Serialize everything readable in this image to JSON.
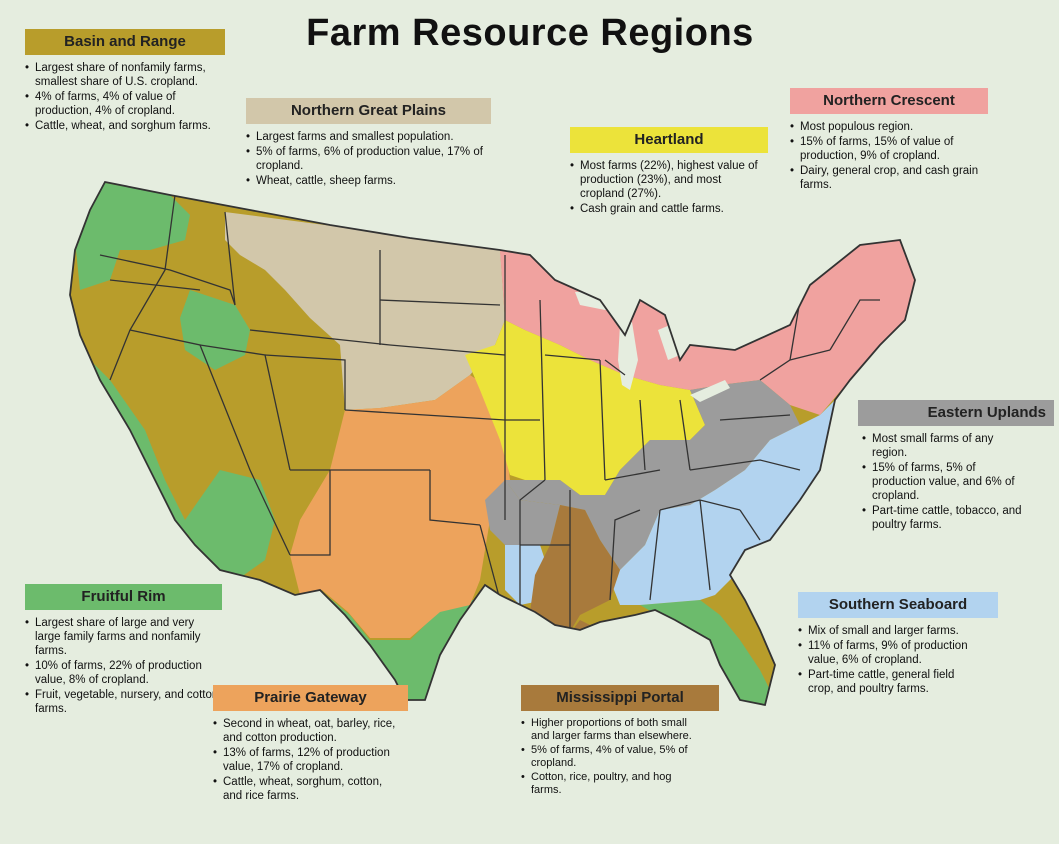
{
  "title": "Farm Resource Regions",
  "colors": {
    "background": "#e5eddf",
    "basin_and_range": "#b89d2b",
    "northern_great_plains": "#d2c7aa",
    "heartland": "#ece33a",
    "northern_crescent": "#f0a29f",
    "eastern_uplands": "#9c9c9c",
    "southern_seaboard": "#b2d3ef",
    "fruitful_rim": "#6cbb6c",
    "prairie_gateway": "#eda35c",
    "mississippi_portal": "#a87a3c"
  },
  "regions": {
    "basin_and_range": {
      "name": "Basin and Range",
      "bullets": [
        "Largest share of nonfamily farms, smallest share of U.S. cropland.",
        "4% of farms, 4% of value of production, 4% of cropland.",
        "Cattle, wheat, and sorghum farms."
      ]
    },
    "northern_great_plains": {
      "name": "Northern Great Plains",
      "bullets": [
        "Largest farms and smallest population.",
        "5% of farms, 6% of production value, 17% of cropland.",
        "Wheat, cattle, sheep farms."
      ]
    },
    "heartland": {
      "name": "Heartland",
      "bullets": [
        "Most farms (22%), highest value of production (23%), and most cropland (27%).",
        "Cash grain and cattle farms."
      ]
    },
    "northern_crescent": {
      "name": "Northern Crescent",
      "bullets": [
        "Most populous region.",
        "15% of farms, 15% of value of production, 9% of cropland.",
        "Dairy, general crop, and cash grain farms."
      ]
    },
    "eastern_uplands": {
      "name": "Eastern Uplands",
      "bullets": [
        "Most small farms of any region.",
        "15% of farms, 5% of production value, and 6% of cropland.",
        "Part-time cattle, tobacco, and poultry farms."
      ]
    },
    "southern_seaboard": {
      "name": "Southern Seaboard",
      "bullets": [
        "Mix of small and larger farms.",
        "11% of farms, 9% of production value, 6% of cropland.",
        "Part-time cattle, general field crop, and poultry farms."
      ]
    },
    "fruitful_rim": {
      "name": "Fruitful Rim",
      "bullets": [
        "Largest share of large and very large family farms and nonfamily farms.",
        "10% of farms, 22% of production value, 8% of cropland.",
        "Fruit, vegetable, nursery, and cotton farms."
      ]
    },
    "prairie_gateway": {
      "name": "Prairie Gateway",
      "bullets": [
        "Second in wheat, oat, barley, rice, and cotton production.",
        "13% of farms, 12% of production value, 17% of cropland.",
        "Cattle, wheat, sorghum, cotton, and rice farms."
      ]
    },
    "mississippi_portal": {
      "name": "Mississippi Portal",
      "bullets": [
        "Higher proportions of both small and larger farms than elsewhere.",
        "5% of farms, 4% of value, 5% of cropland.",
        "Cotton, rice, poultry, and hog farms."
      ]
    }
  }
}
